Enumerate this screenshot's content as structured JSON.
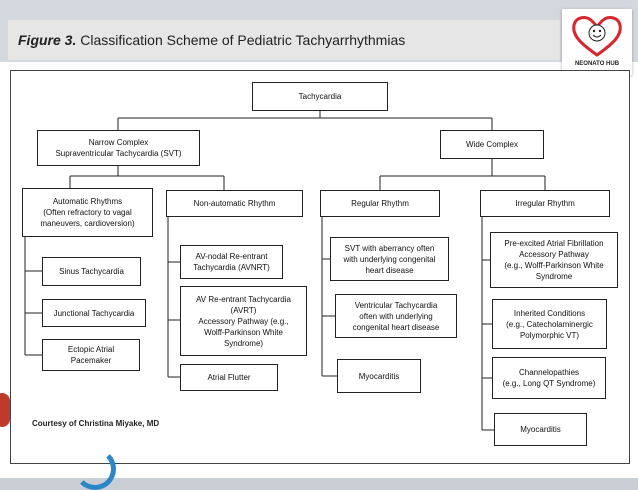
{
  "figure": {
    "label": "Figure 3.",
    "title": "Classification Scheme of Pediatric Tachyarrhythmias"
  },
  "logo": {
    "name": "NEONATO HUB",
    "icon": "heart-logo-icon",
    "accent": "#d7262e"
  },
  "credit": "Courtesy of Christina Miyake, MD",
  "nodes": {
    "root": "Tachycardia",
    "narrow": "Narrow Complex\nSupraventricular Tachycardia (SVT)",
    "wide": "Wide Complex",
    "automatic": "Automatic Rhythms\n(Often refractory to vagal\nmaneuvers, cardioversion)",
    "nonautomatic": "Non-automatic Rhythm",
    "regular": "Regular Rhythm",
    "irregular": "Irregular Rhythm",
    "sinus": "Sinus Tachycardia",
    "junctional": "Junctional Tachycardia",
    "ectopic": "Ectopic Atrial\nPacemaker",
    "avnrt": "AV-nodal Re-entrant\nTachycardia (AVNRT)",
    "avrt": "AV Re-entrant Tachycardia\n(AVRT)\nAccessory Pathway (e.g.,\nWolff-Parkinson White\nSyndrome)",
    "flutter": "Atrial Flutter",
    "svt_aberrancy": "SVT with aberrancy often\nwith underlying congenital\nheart disease",
    "vt": "Ventricular Tachycardia\noften with underlying\ncongenital heart disease",
    "myocarditis_regular": "Myocarditis",
    "afib": "Pre-excited Atrial Fibrillation\nAccessory Pathway\n(e.g., Wolff-Parkinson White\nSyndrome",
    "inherited": "Inherited Conditions\n(e.g., Catecholaminergic\nPolymorphic VT)",
    "channelopathies": "Channelopathies\n(e.g., Long QT Syndrome)",
    "myocarditis_irregular": "Myocarditis"
  },
  "colors": {
    "band": "#d3d8de",
    "caption_bar": "#e6e6e6",
    "line": "#222222",
    "deco_red": "#c0392b",
    "deco_blue": "#2a86c7"
  }
}
